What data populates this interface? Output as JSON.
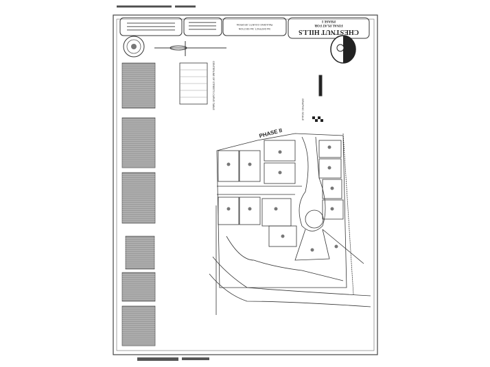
{
  "title_block": {
    "title": "CHESTNUT HILLS",
    "subtitle": "FINAL PLAT FOR",
    "phase": "PHASE I"
  },
  "location": {
    "district": "3rd DISTRICT, 3rd SECTION",
    "county": "PAULDING COUNTY, GEORGIA"
  },
  "plat": {
    "phase_label": "PHASE II"
  },
  "tables": {
    "curve_table_title": "CENTERLINE OF STREETS CURVE TABLE",
    "scale_label": "GRAPHIC SCALE"
  },
  "colors": {
    "ink": "#333333",
    "paper": "#ffffff",
    "table_fill": "#9a9a9a"
  }
}
